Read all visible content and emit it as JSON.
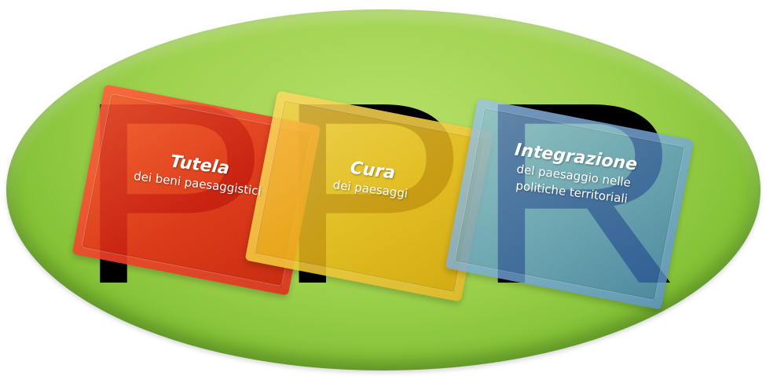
{
  "background_ellipse_color": "#9fd24e",
  "big_letters": "PPR",
  "cards": [
    {
      "title": "Tutela",
      "subtitle": [
        "dei beni paesaggistici"
      ],
      "color": "#e8321e"
    },
    {
      "title": "Cura",
      "subtitle": [
        "dei paesaggi"
      ],
      "color": "#ebb819"
    },
    {
      "title": "Integrazione",
      "subtitle": [
        "del paesaggio nelle",
        "politiche territoriali"
      ],
      "color": "#5a96d2"
    }
  ]
}
